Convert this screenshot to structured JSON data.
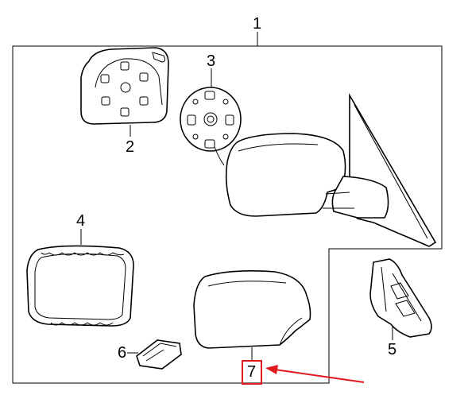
{
  "diagram": {
    "callouts": [
      {
        "id": "1",
        "text": "1"
      },
      {
        "id": "2",
        "text": "2"
      },
      {
        "id": "3",
        "text": "3"
      },
      {
        "id": "4",
        "text": "4"
      },
      {
        "id": "5",
        "text": "5"
      },
      {
        "id": "6",
        "text": "6"
      },
      {
        "id": "7",
        "text": "7"
      }
    ],
    "highlight_callout": "7",
    "colors": {
      "line": "#000000",
      "background": "#ffffff",
      "highlight": "#e0191e"
    }
  }
}
